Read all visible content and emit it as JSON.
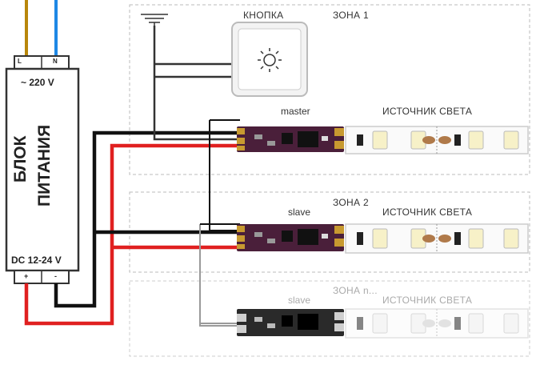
{
  "psu": {
    "input_voltage": "~ 220 V",
    "title_line1": "БЛОК",
    "title_line2": "ПИТАНИЯ",
    "output_voltage": "DC 12-24 V",
    "terminal_l": "L",
    "terminal_n": "N",
    "terminal_plus": "+",
    "terminal_minus": "-"
  },
  "button": {
    "label": "КНОПКА",
    "icon": "sun-icon"
  },
  "zones": [
    {
      "title": "ЗОНА 1",
      "controller_label": "master",
      "light_label": "ИСТОЧНИК СВЕТА"
    },
    {
      "title": "ЗОНА 2",
      "controller_label": "slave",
      "light_label": "ИСТОЧНИК СВЕТА"
    },
    {
      "title": "ЗОНА n...",
      "controller_label": "slave",
      "light_label": "ИСТОЧНИК СВЕТА"
    }
  ],
  "colors": {
    "wire_brown": "#b8860b",
    "wire_blue": "#1e88e5",
    "wire_black": "#111111",
    "wire_red": "#e02020",
    "wire_grey": "#9a9a9a",
    "pcb_purple": "#4a1f3a",
    "pcb_black": "#2a2a2a",
    "led_yellow": "#f7f1c8",
    "resistor_brown": "#b07a4a"
  }
}
